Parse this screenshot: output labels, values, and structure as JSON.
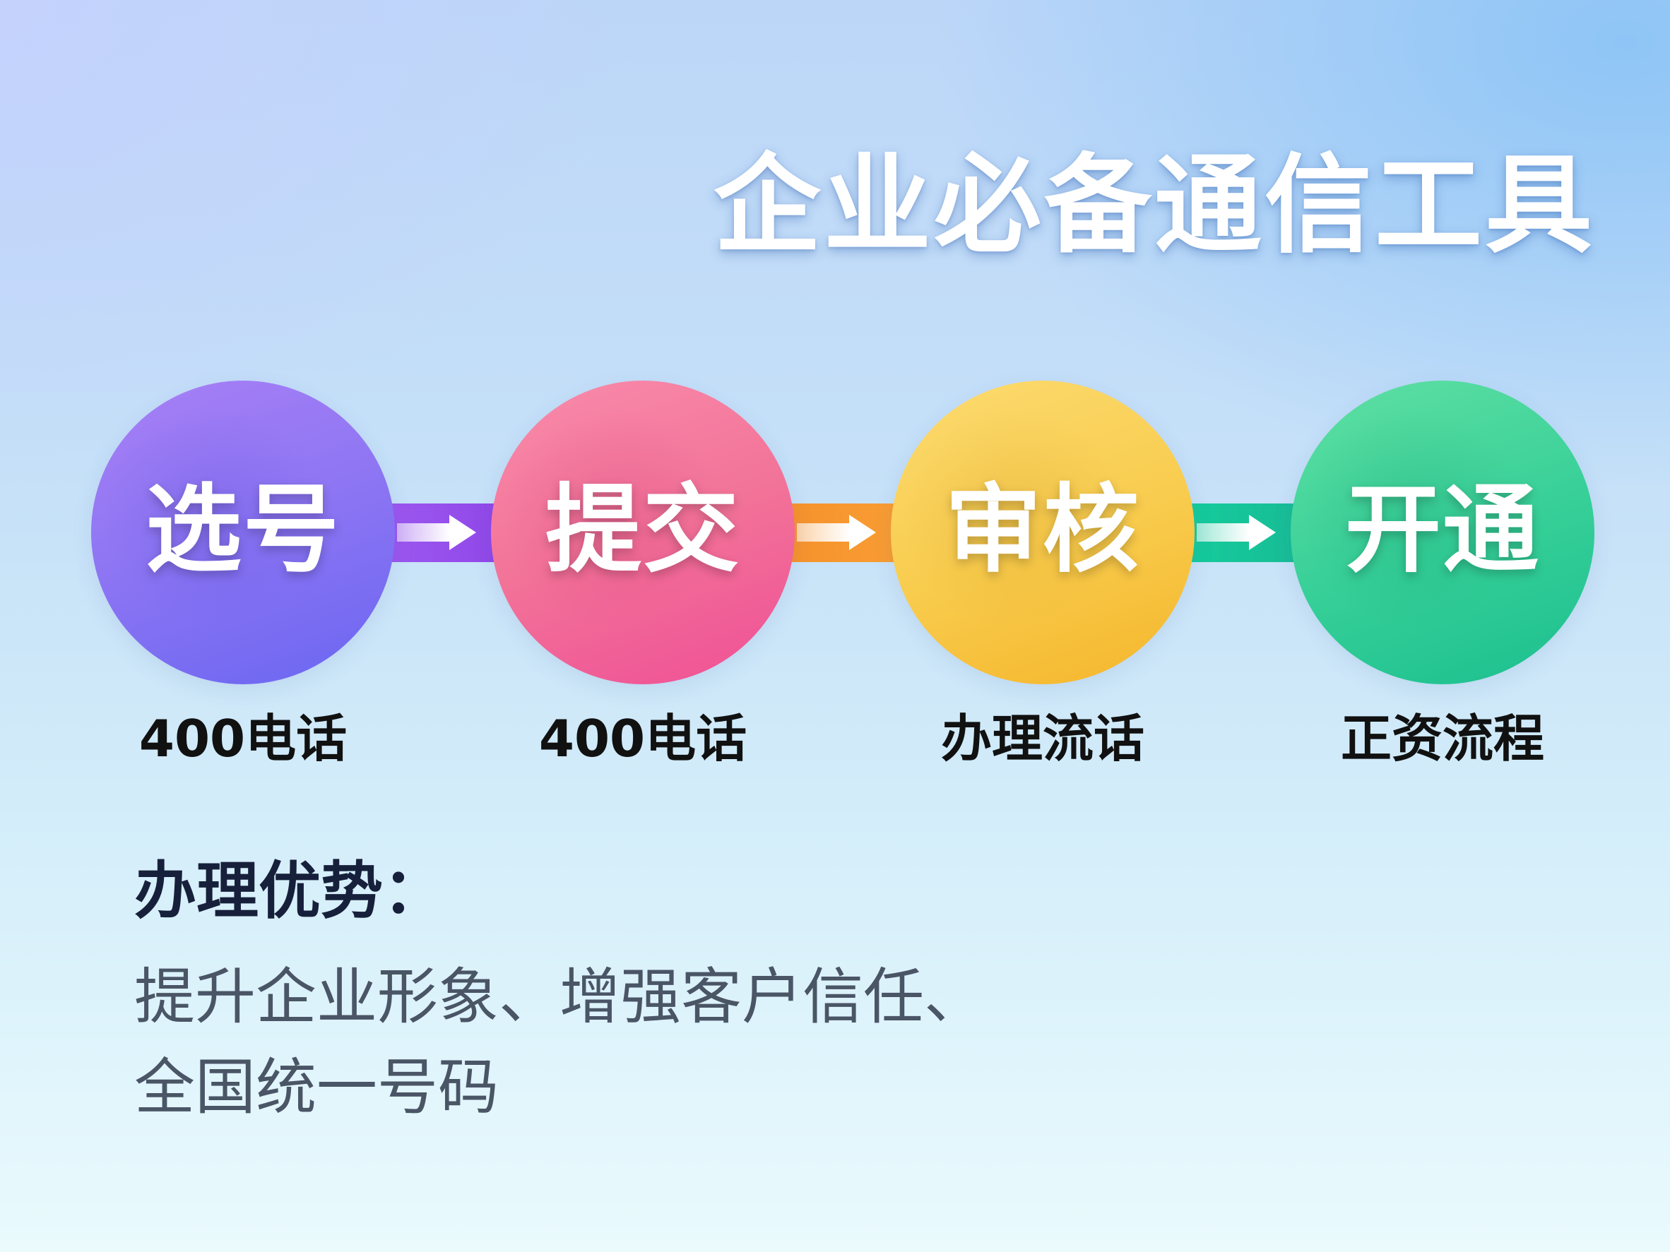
{
  "header": {
    "title": "企业必备通信工具"
  },
  "steps": [
    {
      "label": "选号",
      "sub_label": "400电话",
      "color_start": "#a67ff5",
      "color_end": "#6b66f2"
    },
    {
      "label": "提交",
      "sub_label": "400电话",
      "color_start": "#f88aac",
      "color_end": "#ef5096"
    },
    {
      "label": "审核",
      "sub_label": "办理流话",
      "color_start": "#fbd96b",
      "color_end": "#f5b72a"
    },
    {
      "label": "开通",
      "sub_label": "正资流程",
      "color_start": "#5ee0a2",
      "color_end": "#1cc18f"
    }
  ],
  "connectors": [
    {
      "icon": "arrow-right-icon",
      "color_start": "#9d55ee",
      "color_end": "#8f4be8"
    },
    {
      "icon": "arrow-right-icon",
      "color_start": "#f6962e",
      "color_end": "#f79a2f"
    },
    {
      "icon": "arrow-right-icon",
      "color_start": "#16c99b",
      "color_end": "#19bf97"
    }
  ],
  "advantages": {
    "heading": "办理优势：",
    "lines": [
      "提升企业形象、增强客户信任、",
      "全国统一号码"
    ]
  },
  "colors": {
    "title_text": "#ffffff",
    "heading_text": "#17203a",
    "body_text": "#4a5566",
    "sub_label_text": "#111111"
  }
}
